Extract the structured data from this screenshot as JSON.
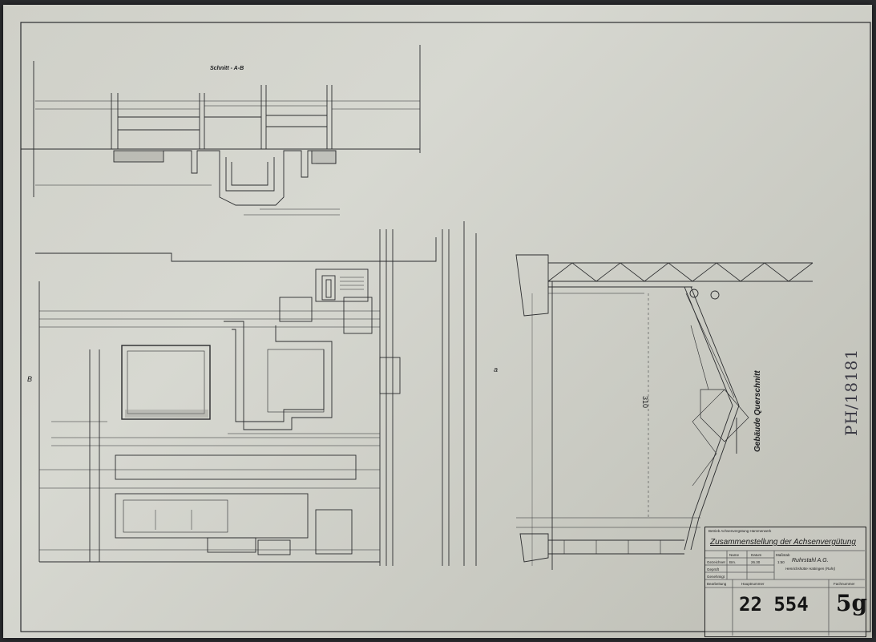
{
  "sheet": {
    "section_title": "Schnitt - A-B",
    "cross_section_label": "Gebäude Querschnitt",
    "marker_a": "a",
    "marker_b": "B",
    "height_label": "310",
    "archive_stamp": "PH/18181"
  },
  "title_block": {
    "header": "Betrieb Achsenvergütung Hammerwerk",
    "title": "Zusammenstellung der Achsenvergütung",
    "col_name": "Name",
    "col_date": "Datum",
    "col_scale": "Maßstab",
    "row_drawn": "Gezeichnet",
    "row_checked": "Geprüft",
    "row_approved": "Genehmigt",
    "row_edited": "Bearbeitung",
    "drawn_name": "Brn.",
    "drawn_date": "26.30",
    "scale": "1:50",
    "company": "Ruhrstahl A.G.",
    "company_sub": "Henrichshütte Hattingen (Ruhr)",
    "main_number_label": "Hauptnummer",
    "sub_number_label": "Fachnummer",
    "main_number": "22 554",
    "sub_number": "5g"
  }
}
